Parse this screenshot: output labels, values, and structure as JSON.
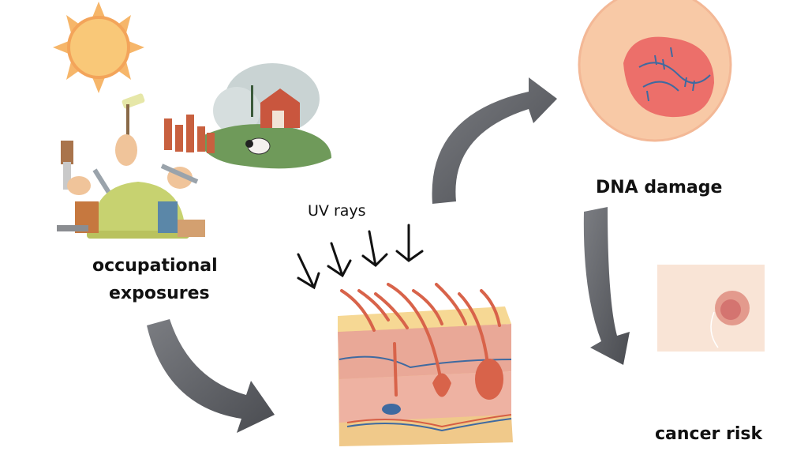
{
  "labels": {
    "occupational_line1": "occupational",
    "occupational_line2": "exposures",
    "uv_rays": "UV rays",
    "dna_damage": "DNA damage",
    "cancer_risk": "cancer risk"
  },
  "colors": {
    "arrow": "#5f6166",
    "sun": "#f6b66a",
    "skin_surface": "#f5d48e",
    "dermis": "#eba89a",
    "cell": "#f8c9a6",
    "damage": "#ec6f6a",
    "dna": "#3f6aa0"
  }
}
